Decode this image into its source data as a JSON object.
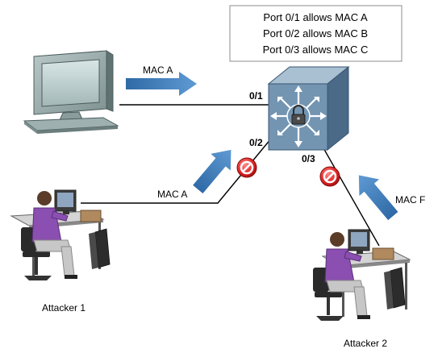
{
  "legend": {
    "lines": [
      "Port 0/1 allows MAC A",
      "Port 0/2 allows MAC B",
      "Port 0/3 allows MAC C"
    ]
  },
  "ports": {
    "p1": "0/1",
    "p2": "0/2",
    "p3": "0/3"
  },
  "arrows": {
    "pc": "MAC A",
    "attacker1": "MAC A",
    "attacker2": "MAC F"
  },
  "nodes": {
    "attacker1": "Attacker 1",
    "attacker2": "Attacker 2"
  },
  "icons": {
    "switch": "switch-lock-icon",
    "pc": "desktop-computer-icon",
    "block": "blocked-port-icon",
    "attacker": "person-at-workstation-icon"
  },
  "colors": {
    "switch_face": "#6f8faa",
    "switch_top": "#a9bfd2",
    "switch_side": "#3f5f7c",
    "arrow": "#3b78b8",
    "block_red": "#d81f26",
    "shirt": "#8a4fb0"
  }
}
